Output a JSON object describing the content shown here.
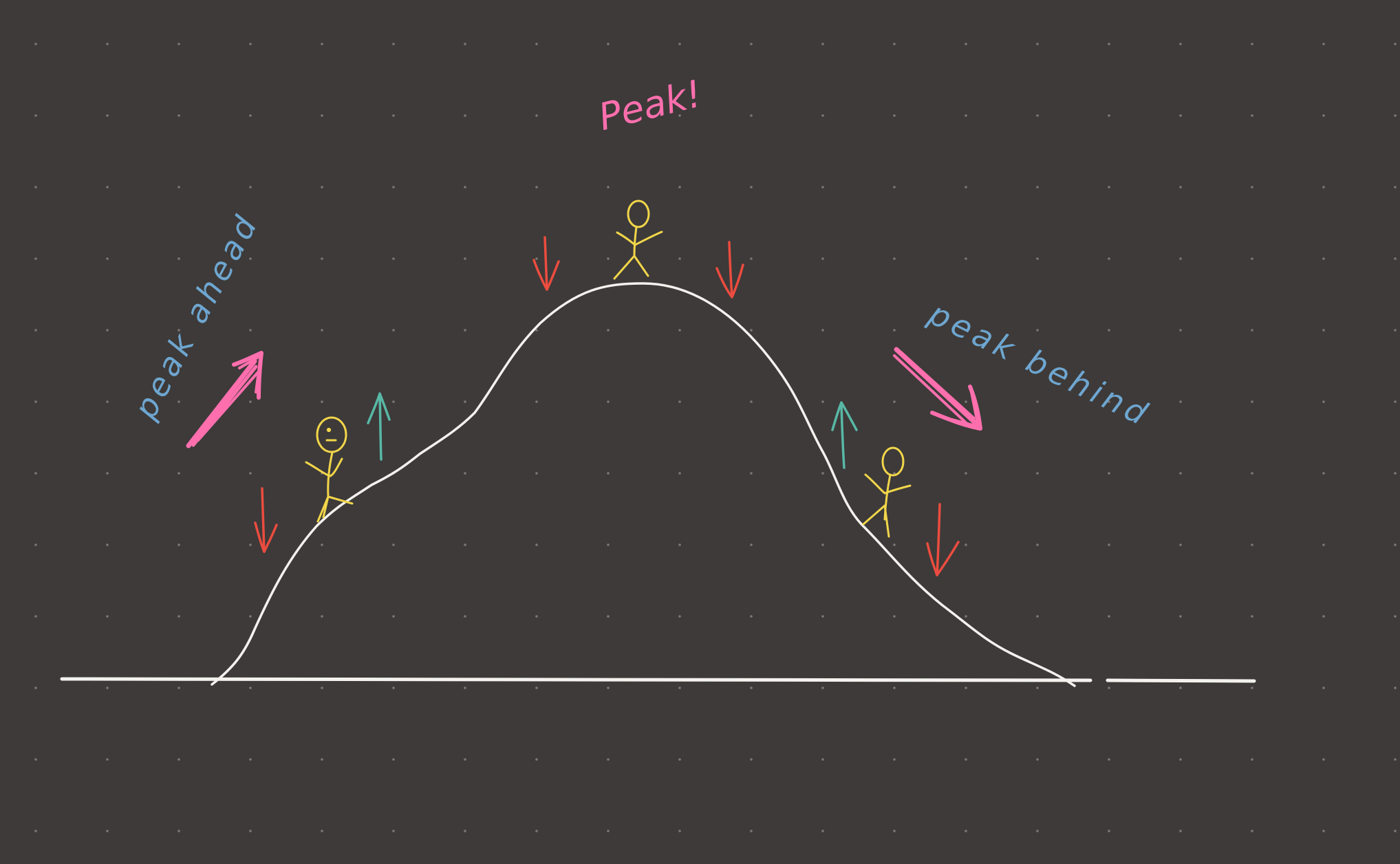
{
  "canvas": {
    "background": "#3d3a39",
    "grid": "dots",
    "dot_color": "#7d7876"
  },
  "colors": {
    "curve": "#f4f2ee",
    "baseline": "#f4f2ee",
    "figure": "#f2d64a",
    "pink": "#ff6fae",
    "blue": "#6ea6d0",
    "teal": "#58b8a6",
    "red": "#ec4c3f"
  },
  "labels": {
    "peak_top": "Peak!",
    "peak_ahead": "peak ahead",
    "peak_behind": "peak behind"
  },
  "figures": [
    {
      "position": "left-slope",
      "face": "neutral"
    },
    {
      "position": "summit",
      "face": "none"
    },
    {
      "position": "right-slope",
      "face": "none"
    }
  ],
  "arrows": [
    {
      "color_key": "pink",
      "direction": "up-right",
      "meaning": "toward peak ahead"
    },
    {
      "color_key": "pink",
      "direction": "down-right",
      "meaning": "peak behind"
    },
    {
      "color_key": "teal",
      "direction": "up"
    },
    {
      "color_key": "teal",
      "direction": "up"
    },
    {
      "color_key": "red",
      "direction": "down"
    },
    {
      "color_key": "red",
      "direction": "down"
    },
    {
      "color_key": "red",
      "direction": "down"
    },
    {
      "color_key": "red",
      "direction": "down"
    }
  ]
}
